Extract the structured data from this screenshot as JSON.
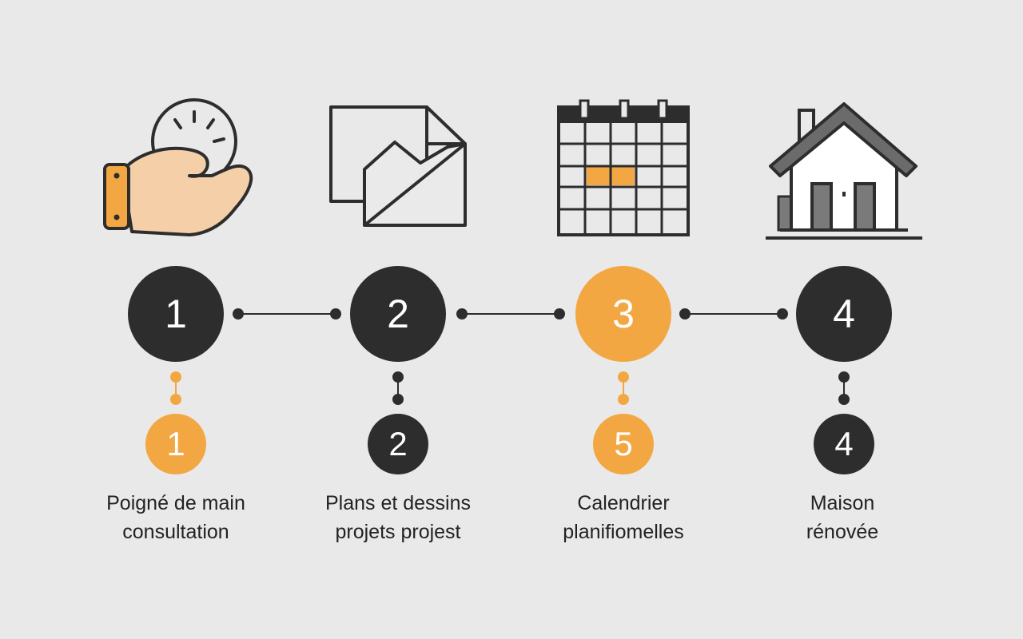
{
  "colors": {
    "dark": "#2d2d2d",
    "accent": "#f2a742",
    "background": "#e9e9e9"
  },
  "steps": [
    {
      "icon": "handshake-clock-icon",
      "main_number": "1",
      "main_accent": false,
      "sub_number": "1",
      "sub_accent": true,
      "label_line1": "Poigné de main",
      "label_line2": "consultation"
    },
    {
      "icon": "plans-drawing-icon",
      "main_number": "2",
      "main_accent": false,
      "sub_number": "2",
      "sub_accent": false,
      "label_line1": "Plans et dessins",
      "label_line2": "projets projest"
    },
    {
      "icon": "calendar-icon",
      "main_number": "3",
      "main_accent": true,
      "sub_number": "5",
      "sub_accent": true,
      "label_line1": "Calendrier",
      "label_line2": "planifiomelles"
    },
    {
      "icon": "house-icon",
      "main_number": "4",
      "main_accent": false,
      "sub_number": "4",
      "sub_accent": false,
      "label_line1": "Maison",
      "label_line2": "rénovée"
    }
  ]
}
